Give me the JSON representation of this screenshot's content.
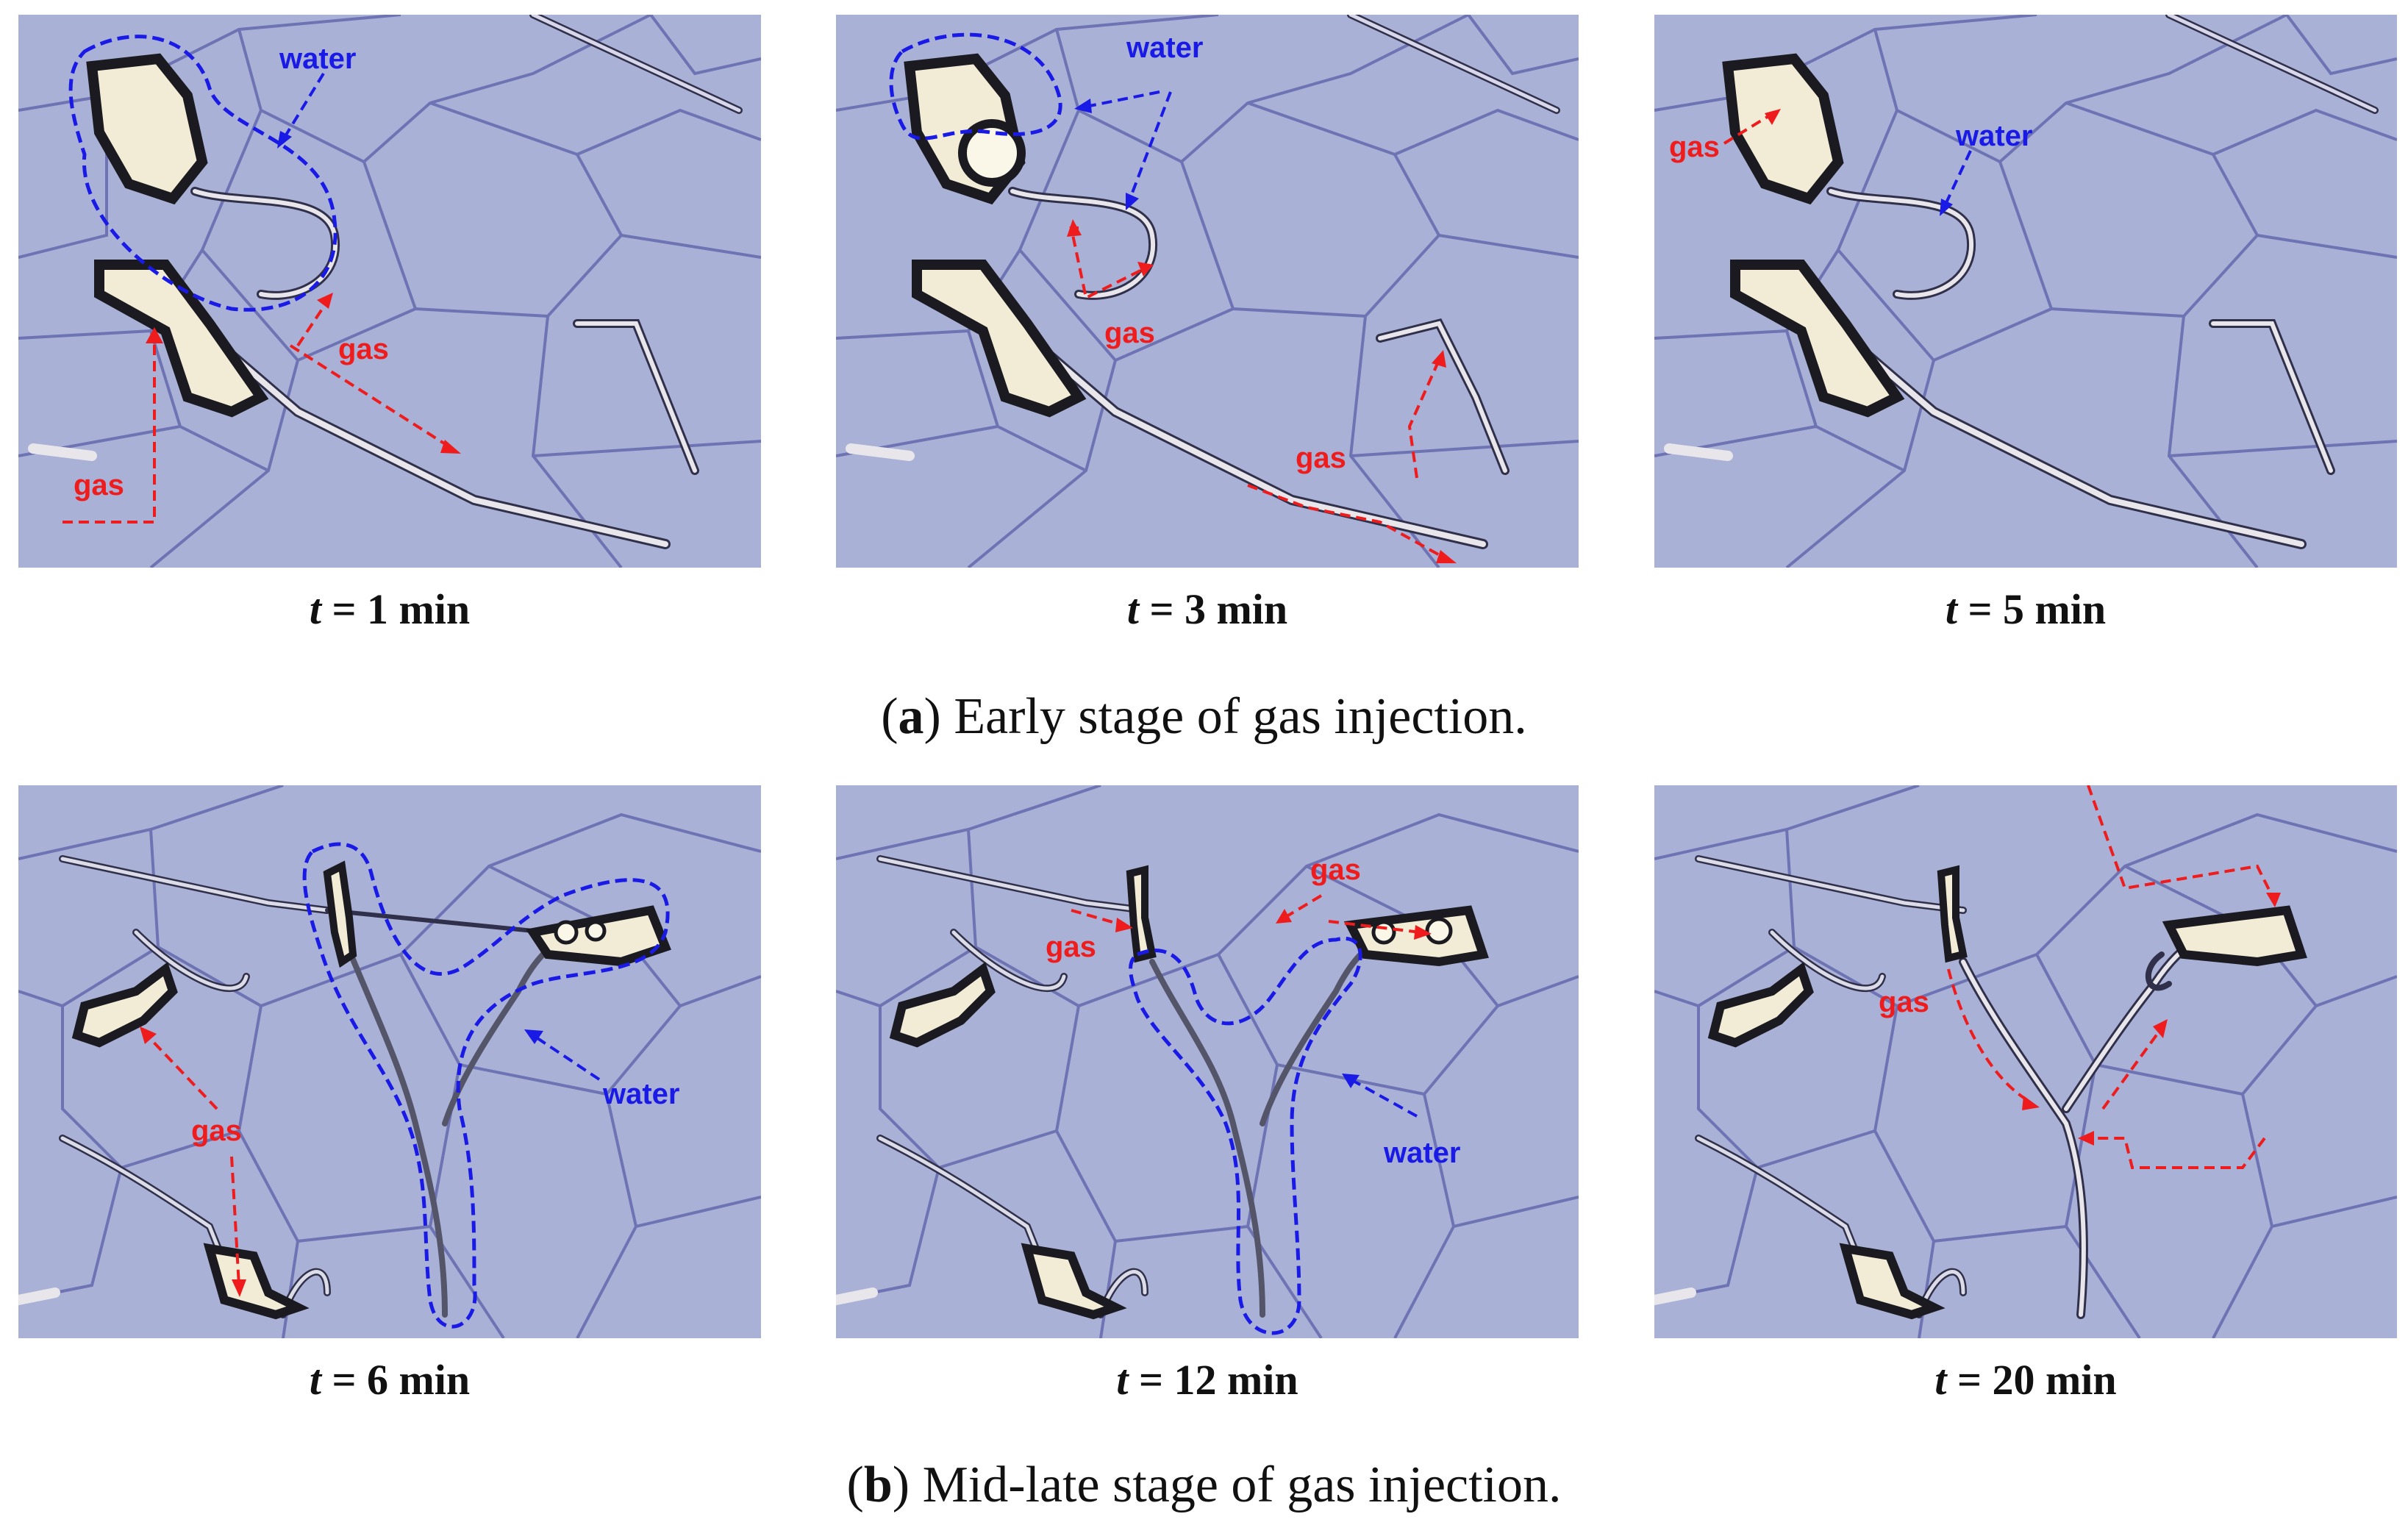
{
  "figure": {
    "row_a": {
      "letter": "a",
      "caption_text": "Early stage of gas injection.",
      "panels": [
        {
          "t_var": "t",
          "time": "= 1 min",
          "labels": [
            "water",
            "gas",
            "gas"
          ]
        },
        {
          "t_var": "t",
          "time": "= 3 min",
          "labels": [
            "water",
            "gas",
            "gas"
          ]
        },
        {
          "t_var": "t",
          "time": "= 5 min",
          "labels": [
            "gas",
            "water"
          ]
        }
      ]
    },
    "row_b": {
      "letter": "b",
      "caption_text": "Mid-late stage of gas injection.",
      "panels": [
        {
          "t_var": "t",
          "time": "= 6 min",
          "labels": [
            "gas",
            "water"
          ]
        },
        {
          "t_var": "t",
          "time": "= 12 min",
          "labels": [
            "gas",
            "gas",
            "water"
          ]
        },
        {
          "t_var": "t",
          "time": "= 20 min",
          "labels": [
            "gas"
          ]
        }
      ]
    }
  },
  "colors": {
    "gas_annotation": "#ee1c1c",
    "water_annotation": "#1a1ae6",
    "micromodel_background": "#a9b1d6",
    "grain_edges": "#6e73b4",
    "oil_film": "#f2ecd6"
  }
}
